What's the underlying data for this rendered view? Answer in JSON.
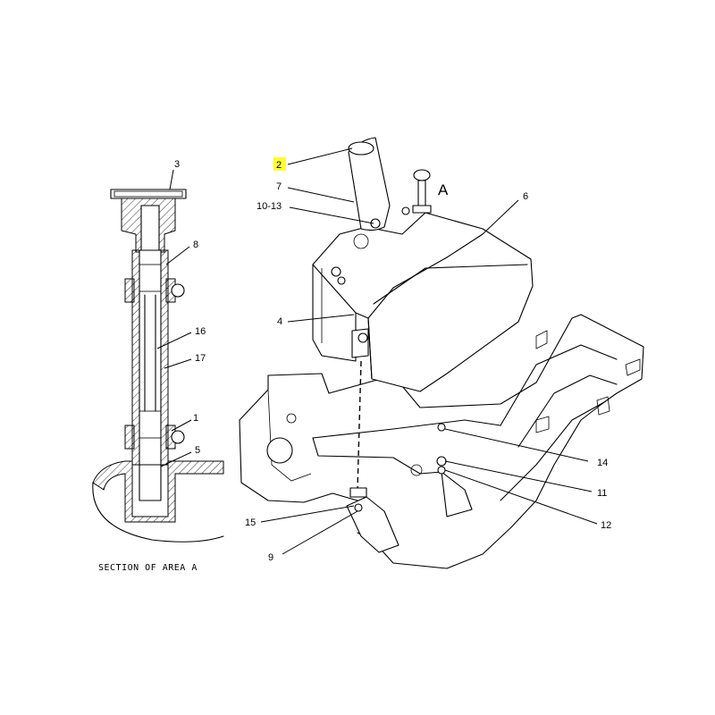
{
  "diagram": {
    "caption": "SECTION OF AREA A",
    "view_label": "A",
    "highlight_color": "#ffff33",
    "callouts": {
      "c2": "2",
      "c3": "3",
      "c8": "8",
      "c16": "16",
      "c17": "17",
      "c1": "1",
      "c5": "5",
      "c7": "7",
      "c10_13": "10-13",
      "c6": "6",
      "c4": "4",
      "c14": "14",
      "c11": "11",
      "c12": "12",
      "c15": "15",
      "c9": "9"
    }
  }
}
